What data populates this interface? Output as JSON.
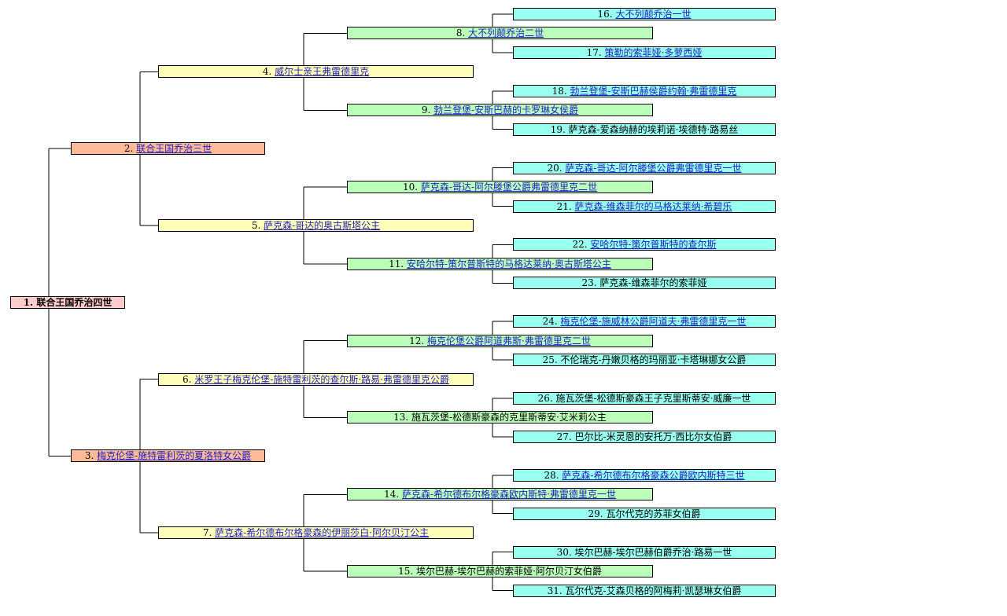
{
  "root": {
    "num": "1.",
    "name": "联合王国乔治四世",
    "link": false
  },
  "generations": [
    [
      {
        "num": "2.",
        "name": "联合王国乔治三世",
        "link": true
      },
      {
        "num": "3.",
        "name": "梅克伦堡-施特雷利茨的夏洛特女公爵",
        "link": true
      }
    ],
    [
      {
        "num": "4.",
        "name": "威尔士亲王弗雷德里克",
        "link": true
      },
      {
        "num": "5.",
        "name": "萨克森-哥达的奥古斯塔公主",
        "link": true
      },
      {
        "num": "6.",
        "name": "米罗王子梅克伦堡-施特雷利茨的查尔斯·路易·弗雷德里克公爵",
        "link": true
      },
      {
        "num": "7.",
        "name": "萨克森-希尔德布尔格豪森的伊丽莎白·阿尔贝汀公主",
        "link": true
      }
    ],
    [
      {
        "num": "8.",
        "name": "大不列颠乔治二世",
        "link": true
      },
      {
        "num": "9.",
        "name": "勃兰登堡-安斯巴赫的卡罗琳女侯爵",
        "link": true
      },
      {
        "num": "10.",
        "name": "萨克森-哥达-阿尔滕堡公爵弗雷德里克二世",
        "link": true
      },
      {
        "num": "11.",
        "name": "安哈尔特-策尔普斯特的马格达莱纳·奥古斯塔公主",
        "link": true
      },
      {
        "num": "12.",
        "name": "梅克伦堡公爵阿道弗斯·弗雷德里克二世",
        "link": true
      },
      {
        "num": "13.",
        "name": "施瓦茨堡-松德斯豪森的克里斯蒂安·艾米莉公主",
        "link": false
      },
      {
        "num": "14.",
        "name": "萨克森-希尔德布尔格豪森欧内斯特·弗雷德里克一世",
        "link": true
      },
      {
        "num": "15.",
        "name": "埃尔巴赫-埃尔巴赫的索菲娅·阿尔贝汀女伯爵",
        "link": false
      }
    ],
    [
      {
        "num": "16.",
        "name": "大不列颠乔治一世",
        "link": true
      },
      {
        "num": "17.",
        "name": "策勒的索菲娅·多萝西娅",
        "link": true
      },
      {
        "num": "18.",
        "name": "勃兰登堡-安斯巴赫侯爵约翰·弗雷德里克",
        "link": true
      },
      {
        "num": "19.",
        "name": "萨克森-爱森纳赫的埃莉诺·埃德特·路易丝",
        "link": false
      },
      {
        "num": "20.",
        "name": "萨克森-哥达-阿尔滕堡公爵弗雷德里克一世",
        "link": true
      },
      {
        "num": "21.",
        "name": "萨克森-维森菲尔的马格达莱纳·希碧乐",
        "link": true
      },
      {
        "num": "22.",
        "name": "安哈尔特-策尔普斯特的查尔斯",
        "link": true
      },
      {
        "num": "23.",
        "name": "萨克森-维森菲尔的索菲娅",
        "link": false
      },
      {
        "num": "24.",
        "name": "梅克伦堡-施威林公爵阿道夫·弗雷德里克一世",
        "link": true
      },
      {
        "num": "25.",
        "name": "不伦瑞克-丹嫩贝格的玛丽亚·卡塔琳娜女公爵",
        "link": false
      },
      {
        "num": "26.",
        "name": "施瓦茨堡-松德斯豪森王子克里斯蒂安·威廉一世",
        "link": false
      },
      {
        "num": "27.",
        "name": "巴尔比-米灵恩的安托万·西比尔女伯爵",
        "link": false
      },
      {
        "num": "28.",
        "name": "萨克森-希尔德布尔格豪森公爵欧内斯特三世",
        "link": true
      },
      {
        "num": "29.",
        "name": "瓦尔代克的苏菲女伯爵",
        "link": false
      },
      {
        "num": "30.",
        "name": "埃尔巴赫-埃尔巴赫伯爵乔治·路易一世",
        "link": false
      },
      {
        "num": "31.",
        "name": "瓦尔代克-艾森贝格的阿梅莉·凯瑟琳女伯爵",
        "link": false
      }
    ]
  ],
  "colors": {
    "generation_fills": [
      "#ffcccc",
      "#ffbb99",
      "#ffffbb",
      "#bbffbb",
      "#99ffee"
    ],
    "link": "#1f1fbf",
    "connector": "#000000"
  }
}
